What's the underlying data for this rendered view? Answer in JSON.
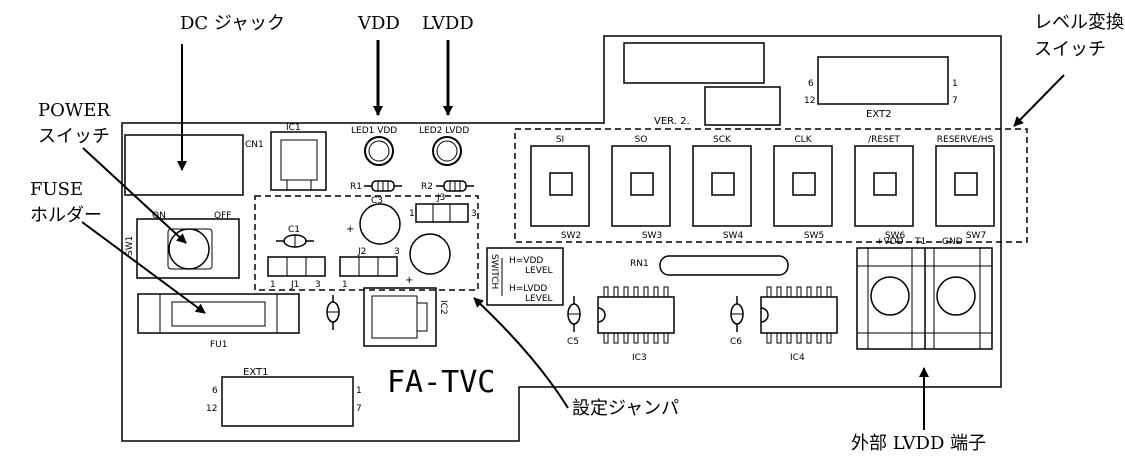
{
  "annotations": {
    "dc_jack": "DC ジャック",
    "vdd": "VDD",
    "lvdd": "LVDD",
    "level_switch_1": "レベル変換",
    "level_switch_2": "スイッチ",
    "power_switch_1": "POWER",
    "power_switch_2": "スイッチ",
    "fuse_holder_1": "FUSE",
    "fuse_holder_2": "ホルダー",
    "jumper": "設定ジャンパ",
    "terminal": "外部 LVDD 端子"
  },
  "board": {
    "version": "VER. 2.",
    "name": "FA-TVC",
    "cn1": "CN1",
    "ic1": "IC1",
    "ic2": "IC2",
    "ic3": "IC3",
    "ic4": "IC4",
    "led1": "LED1 VDD",
    "led2": "LED2 LVDD",
    "r1": "R1",
    "r2": "R2",
    "c1": "C1",
    "c3": "C3",
    "c5": "C5",
    "c6": "C6",
    "j1": "J1",
    "j2": "J2",
    "j3": "J3",
    "sw1": "SW1",
    "sw1_on": "ON",
    "sw1_off": "OFF",
    "fu1": "FU1",
    "rn1": "RN1",
    "ext1": "EXT1",
    "ext2": "EXT2",
    "pin1": "1",
    "pin3": "3",
    "pin6": "6",
    "pin7": "7",
    "pin12": "12",
    "plus": "+",
    "switch_label": "SWITCH",
    "h_vdd": "H=VDD",
    "h_vdd_level": "LEVEL",
    "h_lvdd": "H=LVDD",
    "h_lvdd_level": "LEVEL",
    "terminal_vdd": "+VDD",
    "terminal_t1": "T1",
    "terminal_gnd": "GND",
    "switches": [
      {
        "top": "SI",
        "bottom": "SW2"
      },
      {
        "top": "SO",
        "bottom": "SW3"
      },
      {
        "top": "SCK",
        "bottom": "SW4"
      },
      {
        "top": "CLK",
        "bottom": "SW5"
      },
      {
        "top": "/RESET",
        "bottom": "SW6"
      },
      {
        "top": "RESERVE/HS",
        "bottom": "SW7"
      }
    ]
  }
}
